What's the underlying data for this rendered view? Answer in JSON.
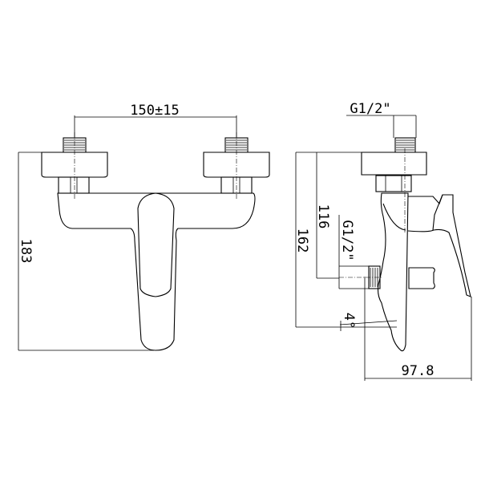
{
  "front_view": {
    "width_dimension": "150±15",
    "height_dimension": "183"
  },
  "side_view": {
    "inlet_thread": "G1/2\"",
    "outlet_thread": "G1/2\"",
    "height_dimension_outer": "162",
    "height_dimension_inner": "116",
    "angle": "4°",
    "depth_dimension": "97.8"
  }
}
